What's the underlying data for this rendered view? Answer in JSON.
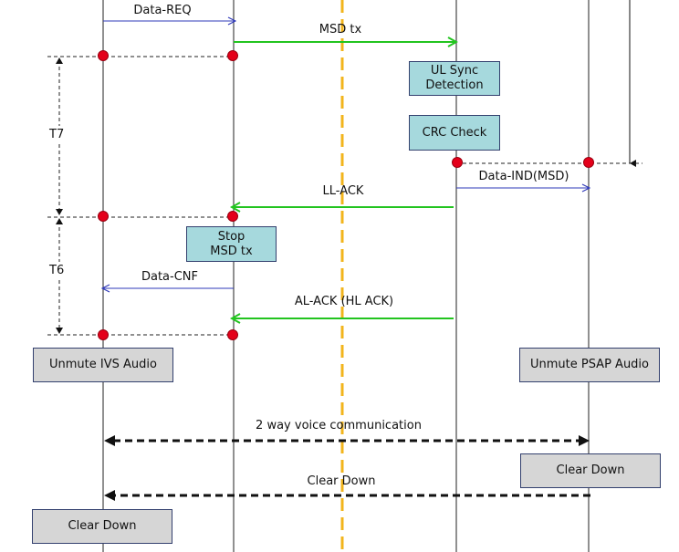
{
  "colors": {
    "lifeline": "#222222",
    "interface_line": "#f2b41c",
    "thin_message": "#2e38b8",
    "green_message": "#22c41f",
    "voice_arrow": "#111111",
    "marker": "#e4001a",
    "teal_box": "#a6d9dd",
    "gray_box": "#d6d6d6"
  },
  "messages": {
    "data_req": "Data-REQ",
    "msd_tx": "MSD tx",
    "data_ind": "Data-IND(MSD)",
    "ll_ack": "LL-ACK",
    "data_cnf": "Data-CNF",
    "al_ack": "AL-ACK (HL ACK)",
    "voice": "2 way voice communication",
    "clear_down": "Clear Down"
  },
  "timers": {
    "t7": "T7",
    "t6": "T6"
  },
  "boxes": {
    "ul_sync": "UL Sync\nDetection",
    "crc_check": "CRC Check",
    "stop_msd": "Stop\nMSD tx",
    "unmute_ivs": "Unmute IVS Audio",
    "unmute_psap": "Unmute PSAP Audio",
    "clear_down_psap": "Clear Down",
    "clear_down_ivs": "Clear Down"
  }
}
